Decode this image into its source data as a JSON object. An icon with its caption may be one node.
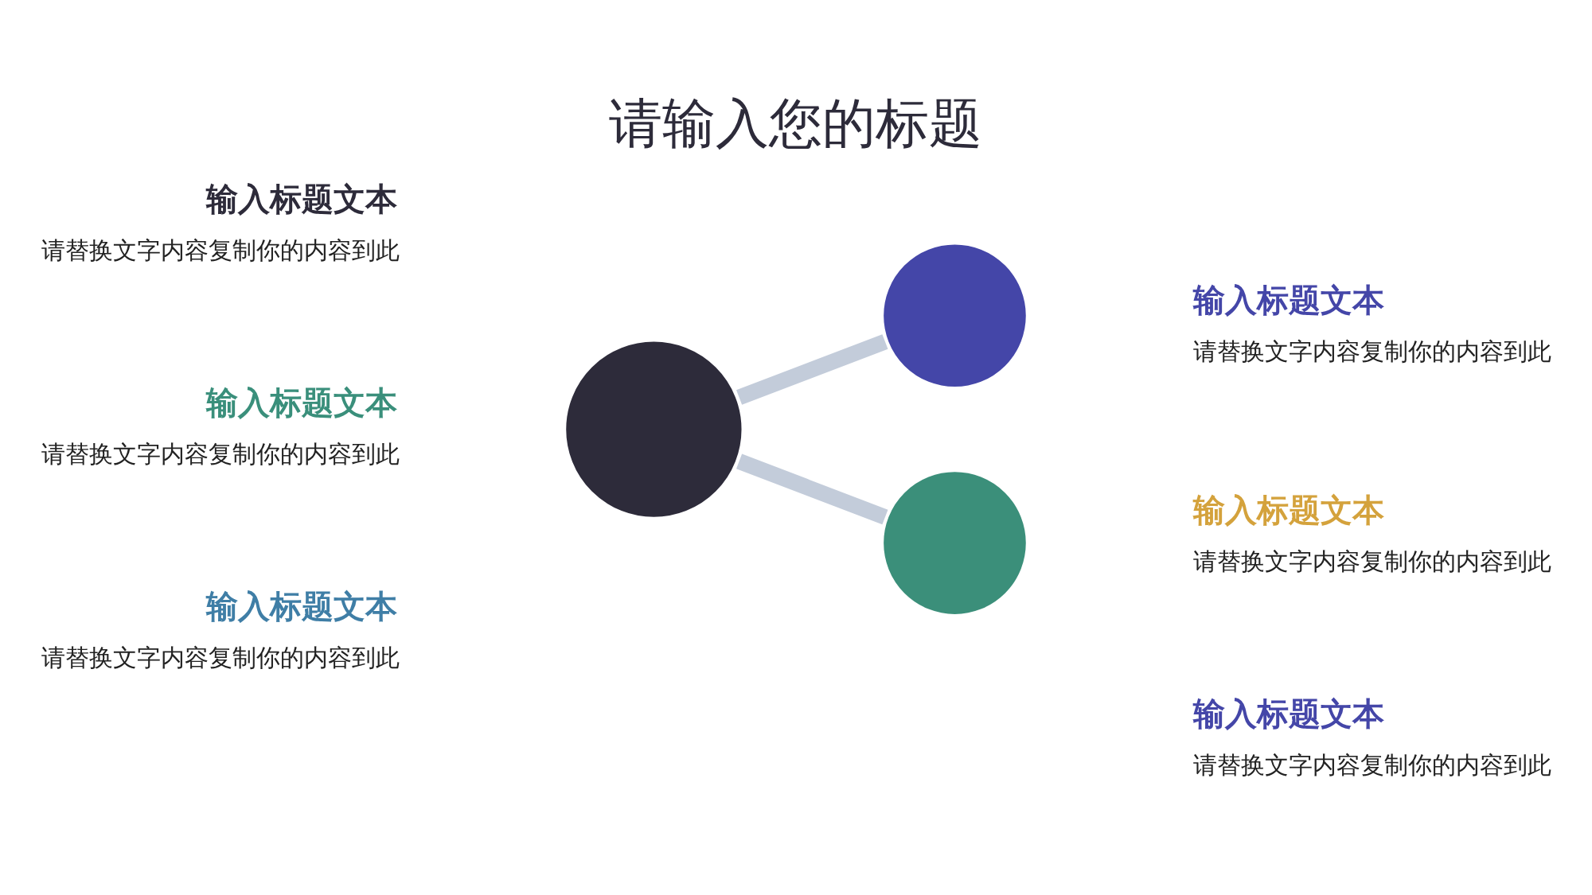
{
  "diagram": {
    "title": "请输入您的标题",
    "nodes": [
      {
        "text": [
          "输入标题文本",
          "请替换文字内容复制你的内容到此"
        ]
      },
      {
        "text": [
          "输入标题文本",
          "请替换文字内容复制你的内容到此"
        ]
      },
      {
        "text": [
          "输入标题文本",
          "请替换文字内容复制你的内容到此"
        ]
      },
      {
        "text": [],
        "shape": "circle"
      },
      {
        "text": [],
        "shape": "circle"
      },
      {
        "text": [],
        "shape": "circle"
      },
      {
        "text": [
          "输入标题文本",
          "请替换文字内容复制你的内容到此"
        ]
      },
      {
        "text": [
          "输入标题文本",
          "请替换文字内容复制你的内容到此"
        ]
      },
      {
        "text": [
          "输入标题文本",
          "请替换文字内容复制你的内容到此"
        ]
      }
    ],
    "edges": [
      {
        "from": 3,
        "to": 4,
        "arrow": "none"
      },
      {
        "from": 3,
        "to": 5,
        "arrow": "none"
      }
    ]
  }
}
